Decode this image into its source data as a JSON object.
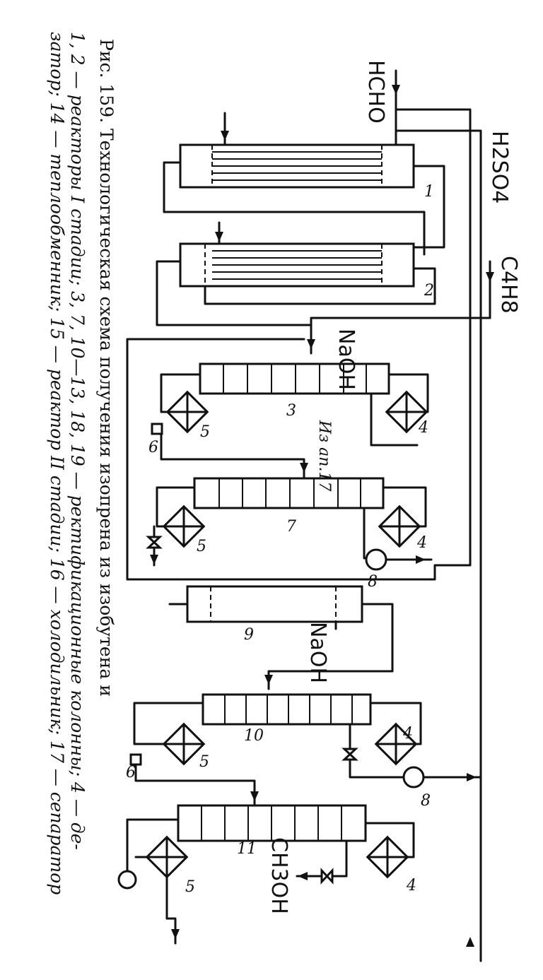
{
  "figure": {
    "caption_title": "Рис. 159. Технологическая схема получения изопрена из изобутена и",
    "caption_line_1": "1, 2 — реакторы I стадии; 3, 7, 10—13, 18, 19 — ректификационные колонны; 4 — де-",
    "caption_line_2": "затор; 14 — теплообменник; 15 — реактор II стадии; 16 — холодильник; 17 — сепаратор"
  },
  "streams": {
    "formaldehyde": "HCHO",
    "sulfuric_acid": "H2SO4",
    "isobutene": "C4H8",
    "caustic_1": "NaOH",
    "caustic_2": "NaOH",
    "methanol": "CH3OH",
    "from_separator": "Из ап.17"
  },
  "units": {
    "reactor_1": "1",
    "reactor_2": "2",
    "column_3": "3",
    "reboiler_3": "4",
    "condenser_3": "5",
    "valve_3": "6",
    "column_7": "7",
    "reboiler_7": "4",
    "condenser_7": "5",
    "pump_7": "8",
    "washer_9": "9",
    "column_10": "10",
    "reboiler_10": "4",
    "condenser_10": "5",
    "valve_10": "6",
    "pump_10": "8",
    "column_11": "11",
    "reboiler_11": "4",
    "condenser_11": "5"
  }
}
